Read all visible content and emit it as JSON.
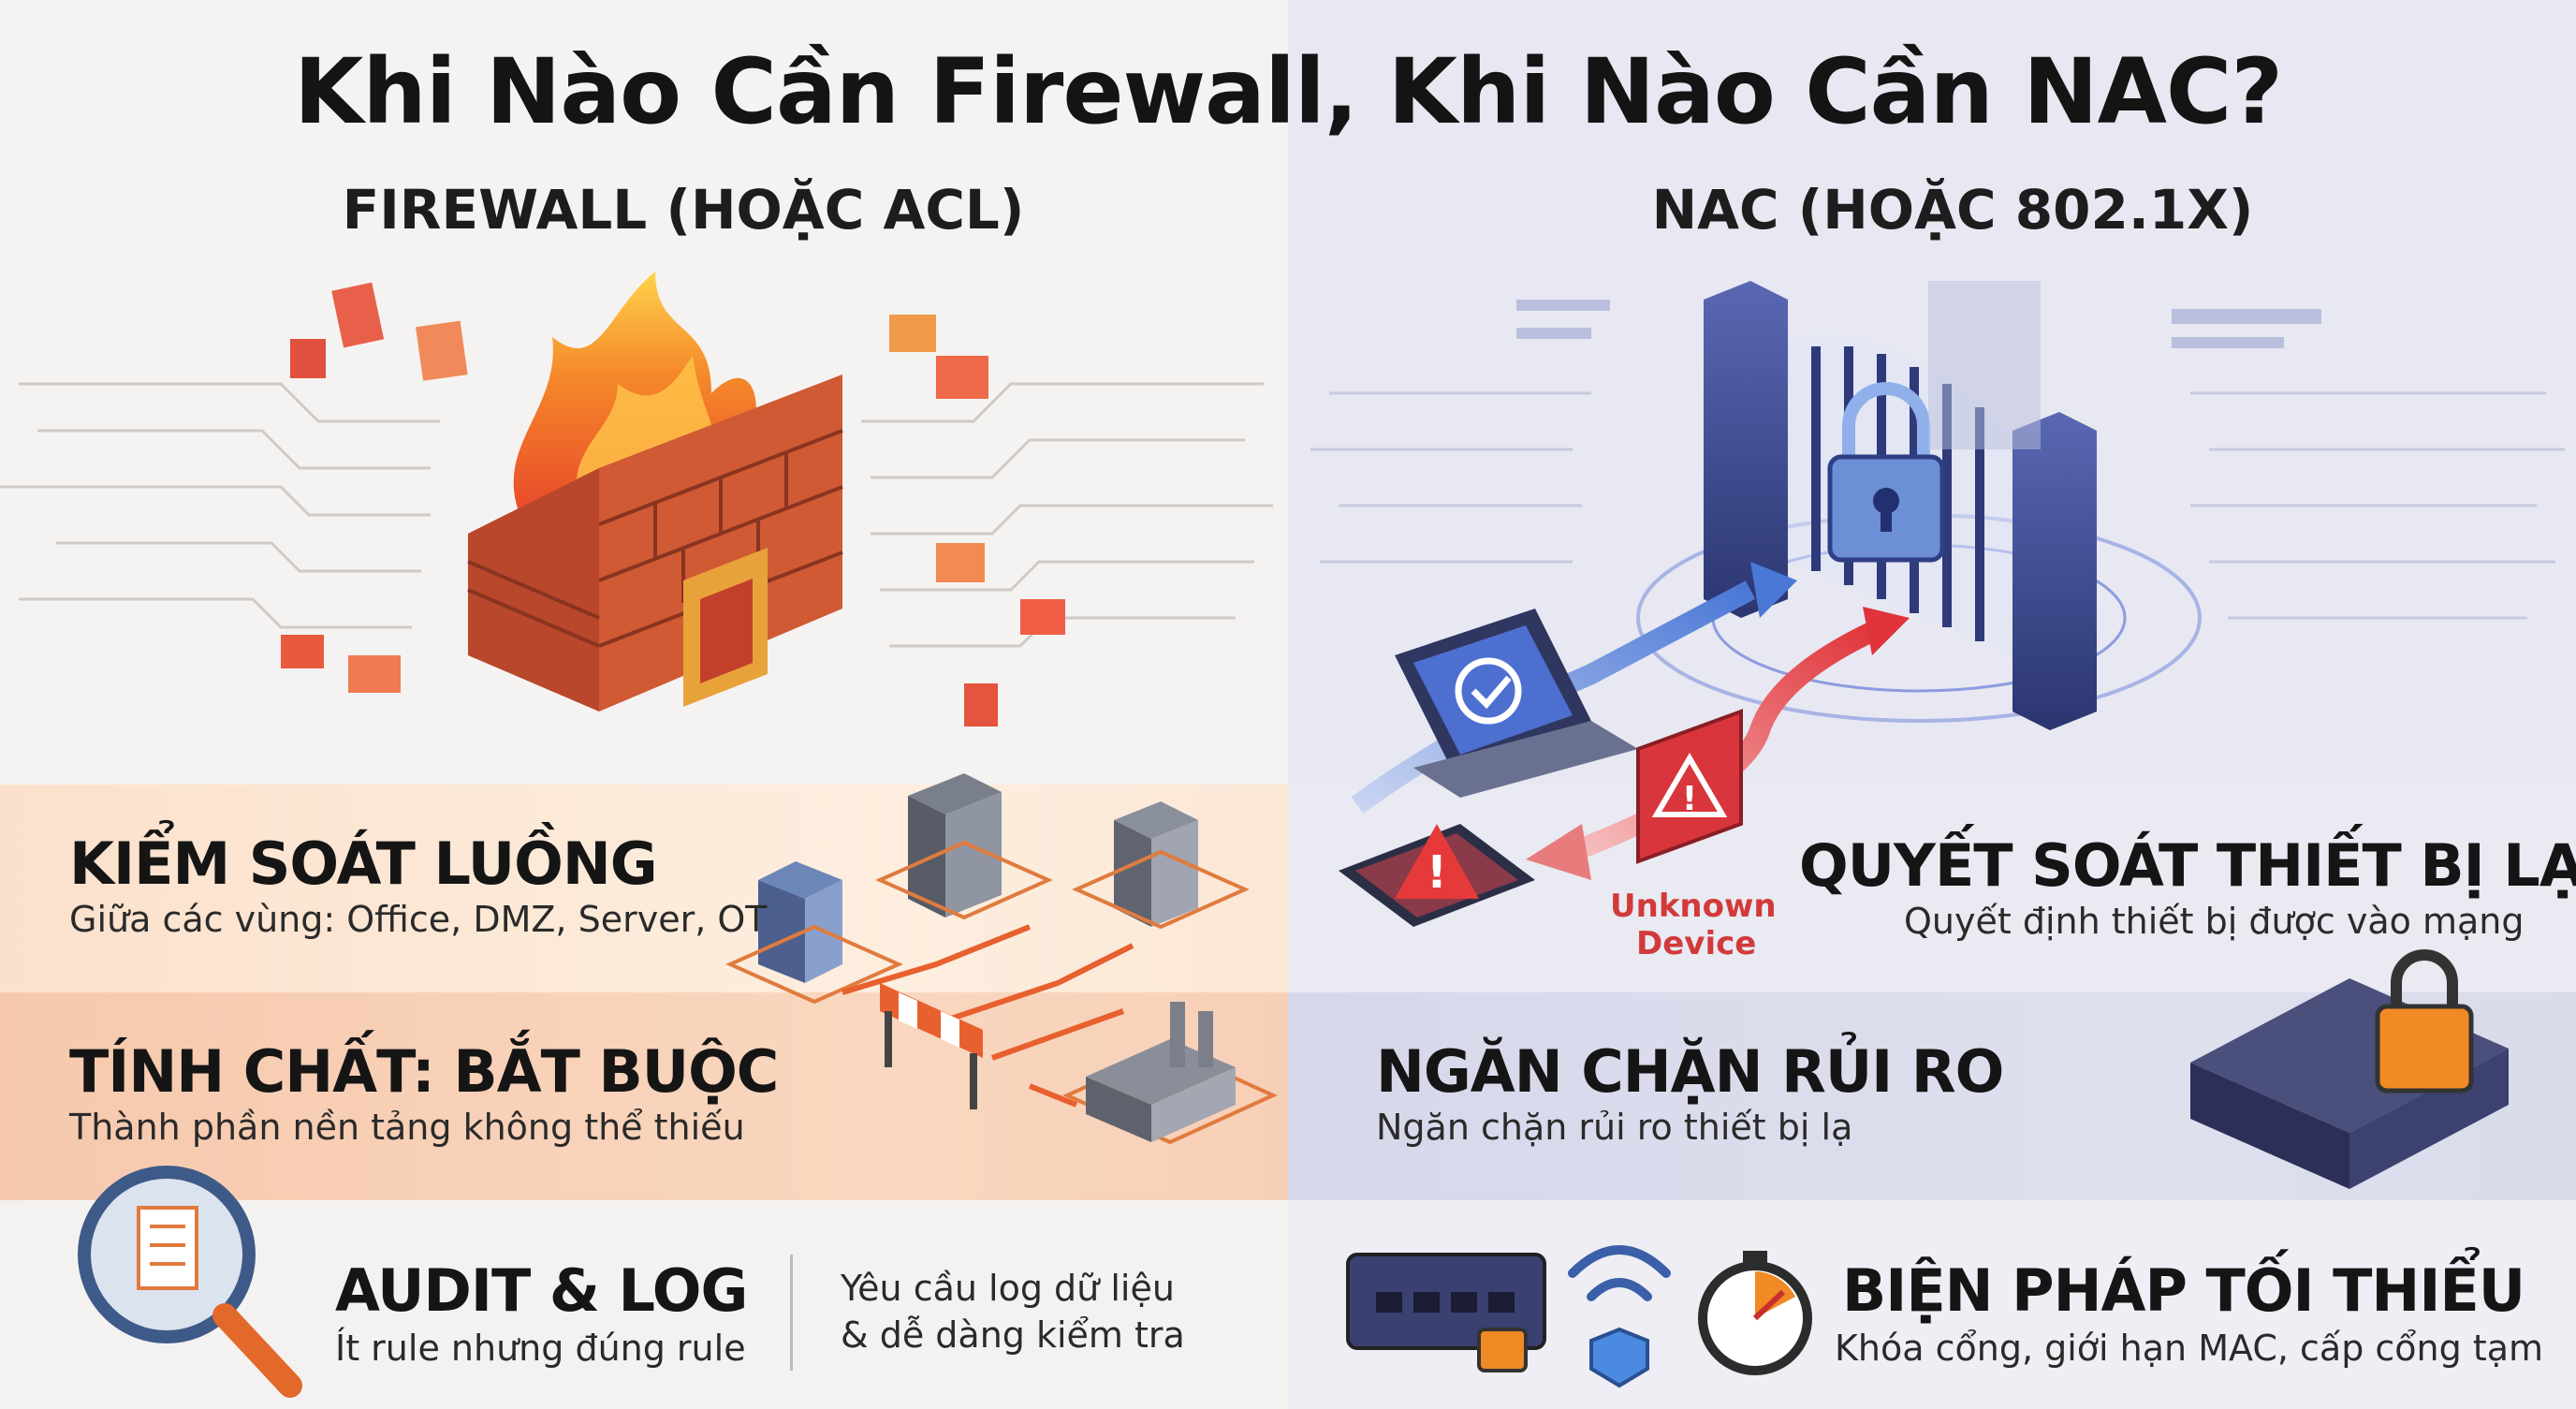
{
  "title": "Khi Nào Cần Firewall, Khi Nào Cần NAC?",
  "firewall": {
    "heading": "FIREWALL (HOẶC ACL)",
    "flow": {
      "title": "KIỂM SOÁT LUỒNG",
      "desc": "Giữa các vùng: Office, DMZ, Server, OT"
    },
    "nature": {
      "title": "TÍNH CHẤT: BẮT BUỘC",
      "desc": "Thành phần nền tảng không thể thiếu"
    },
    "audit": {
      "title": "AUDIT & LOG",
      "desc": "Ít rule nhưng đúng rule",
      "side_line1": "Yêu cầu log dữ liệu",
      "side_line2": "& dễ dàng kiểm tra"
    }
  },
  "nac": {
    "heading": "NAC (HOẶC 802.1X)",
    "unknown_line1": "Unknown",
    "unknown_line2": "Device",
    "control": {
      "title": "QUYẾT SOÁT THIẾT BỊ LẠ",
      "desc": "Quyết định thiết bị được vào mạng"
    },
    "prevent": {
      "title": "NGĂN CHẶN RỦI RO",
      "desc": "Ngăn chặn rủi ro thiết bị lạ"
    },
    "minimum": {
      "title": "BIỆN PHÁP TỐI THIỂU",
      "desc": "Khóa cổng, giới hạn MAC, cấp cổng tạm"
    }
  },
  "colors": {
    "fire": "#e8502a",
    "brick": "#c8512f",
    "gate": "#3e4a8c",
    "alert": "#d93a3a",
    "lock": "#f08a24"
  },
  "icons": [
    "brick-wall-icon",
    "gate-icon",
    "padlock-icon",
    "laptop-icon",
    "warning-icon",
    "server-icon",
    "factory-icon",
    "magnifier-icon",
    "switch-icon",
    "wifi-icon",
    "stopwatch-icon"
  ]
}
